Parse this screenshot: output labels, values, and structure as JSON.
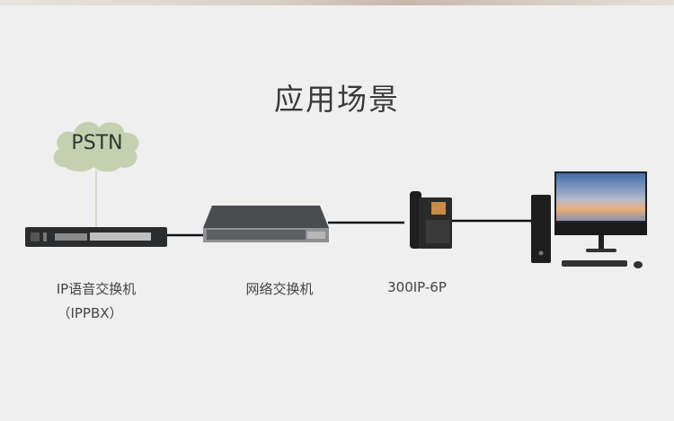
{
  "title": "应用场景",
  "cloud_label": "PSTN",
  "devices": [
    {
      "name": "IP语音交换机",
      "sub": "（IPPBX）"
    },
    {
      "name": "网络交换机"
    },
    {
      "name": "300IP-6P"
    }
  ],
  "colors": {
    "background": "#efefef",
    "cloud": "#c3d1b0",
    "line": "#111111"
  }
}
